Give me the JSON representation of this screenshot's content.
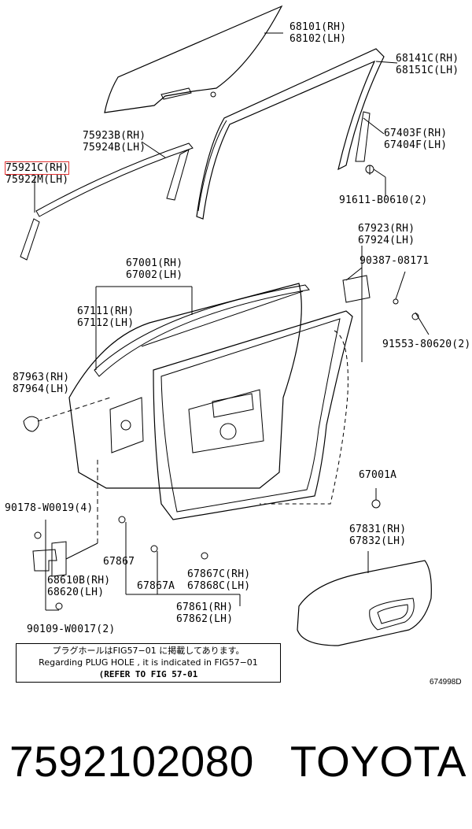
{
  "labels": {
    "p68101": [
      "68101(RH)",
      "68102(LH)"
    ],
    "p68141": [
      "68141C(RH)",
      "68151C(LH)"
    ],
    "p75923": [
      "75923B(RH)",
      "75924B(LH)"
    ],
    "p75921_rh": "75921C(RH)",
    "p75921_lh": "75922M(LH)",
    "p67403": [
      "67403F(RH)",
      "67404F(LH)"
    ],
    "p91611": "91611-B0610(2)",
    "p67923": [
      "67923(RH)",
      "67924(LH)"
    ],
    "p90387": "90387-08171",
    "p67001": [
      "67001(RH)",
      "67002(LH)"
    ],
    "p67111": [
      "67111(RH)",
      "67112(LH)"
    ],
    "p91553": "91553-80620(2)",
    "p87963": [
      "87963(RH)",
      "87964(LH)"
    ],
    "p67001a": "67001A",
    "p90178": "90178-W0019(4)",
    "p67831": [
      "67831(RH)",
      "67832(LH)"
    ],
    "p67867": "67867",
    "p68610": [
      "68610B(RH)",
      "68620(LH)"
    ],
    "p67867a": "67867A",
    "p67867c": [
      "67867C(RH)",
      "67868C(LH)"
    ],
    "p67861": [
      "67861(RH)",
      "67862(LH)"
    ],
    "p90109": "90109-W0017(2)"
  },
  "note": {
    "jp": "プラグホールはFIG57−01 に掲載してあります。",
    "en": "Regarding PLUG HOLE , it is indicated in FIG57−01",
    "ref": "(REFER TO FIG 57-01"
  },
  "figure_code": "674998D",
  "footer": {
    "part_number": "7592102080",
    "brand": "TOYOTA"
  },
  "colors": {
    "highlight": "#e33333"
  }
}
